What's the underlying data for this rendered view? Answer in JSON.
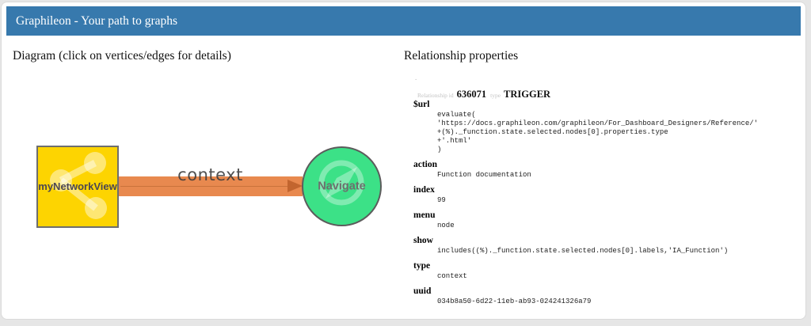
{
  "colors": {
    "header_bg": "#3779ad",
    "vertex_square": "#fdd401",
    "vertex_circle": "#3ce187",
    "edge": "#e8894f",
    "edge_arrow": "#c2652f"
  },
  "header": {
    "title": "Graphileon - Your path to graphs"
  },
  "diagram": {
    "heading": "Diagram (click on vertices/edges for details)",
    "source_node": {
      "label": "myNetworkView",
      "icon": "share-icon",
      "color": "#fdd401"
    },
    "edge": {
      "label": "context",
      "color": "#e8894f"
    },
    "target_node": {
      "label": "Navigate",
      "icon": "compass-icon",
      "color": "#3ce187"
    }
  },
  "properties_panel": {
    "heading": "Relationship properties",
    "dot": ".",
    "relationship": {
      "id_label": "Relationship id",
      "id": "636071",
      "type_label": "type",
      "type": "TRIGGER"
    },
    "properties": [
      {
        "key": "$url",
        "value": "evaluate(\n'https://docs.graphileon.com/graphileon/For_Dashboard_Designers/Reference/'\n+(%)._function.state.selected.nodes[0].properties.type\n+'.html'\n)"
      },
      {
        "key": "action",
        "value": "Function documentation"
      },
      {
        "key": "index",
        "value": "99"
      },
      {
        "key": "menu",
        "value": "node"
      },
      {
        "key": "show",
        "value": "includes((%)._function.state.selected.nodes[0].labels,'IA_Function')"
      },
      {
        "key": "type",
        "value": "context"
      },
      {
        "key": "uuid",
        "value": "034b8a50-6d22-11eb-ab93-024241326a79"
      }
    ]
  }
}
